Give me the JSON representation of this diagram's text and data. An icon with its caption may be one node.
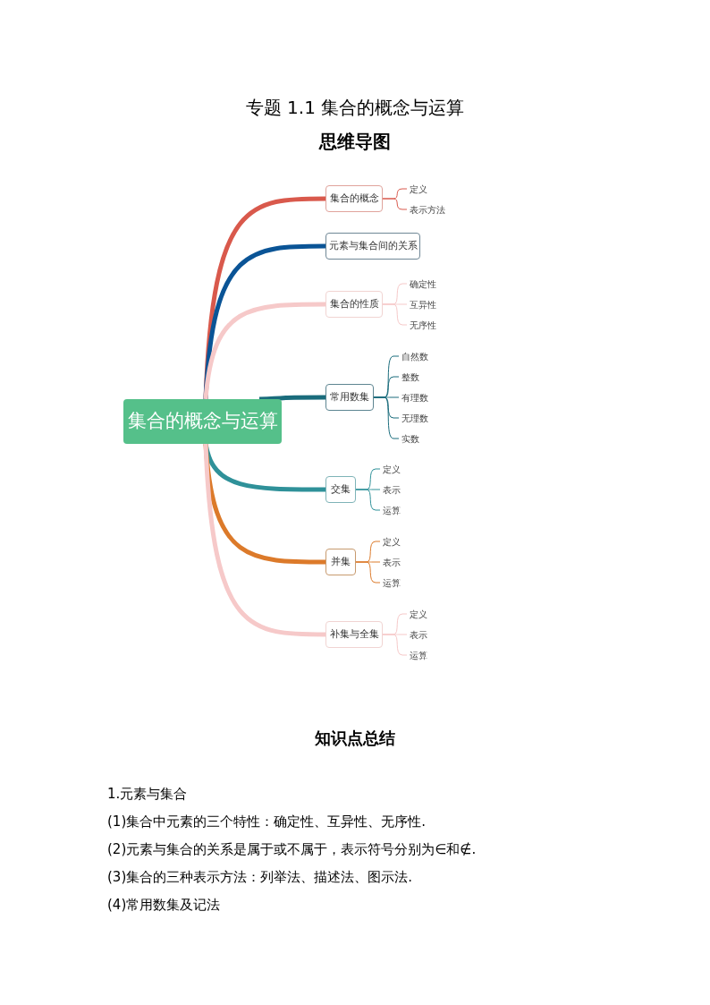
{
  "diagram": {
    "title": "专题 1.1  集合的概念与运算",
    "nodes": [
      {
        "text": [
          "集合的概念与运算"
        ]
      },
      {
        "text": [
          "集合的概念"
        ]
      },
      {
        "text": [
          "定义"
        ]
      },
      {
        "text": [
          "表示方法"
        ]
      },
      {
        "text": [
          "元素与集合间的关系"
        ]
      },
      {
        "text": [
          "集合的性质"
        ]
      },
      {
        "text": [
          "确定性"
        ]
      },
      {
        "text": [
          "互异性"
        ]
      },
      {
        "text": [
          "无序性"
        ]
      },
      {
        "text": [
          "常用数集"
        ]
      },
      {
        "text": [
          "自然数"
        ]
      },
      {
        "text": [
          "整数"
        ]
      },
      {
        "text": [
          "有理数"
        ]
      },
      {
        "text": [
          "无理数"
        ]
      },
      {
        "text": [
          "实数"
        ]
      },
      {
        "text": [
          "交集"
        ]
      },
      {
        "text": [
          "定义"
        ]
      },
      {
        "text": [
          "表示"
        ]
      },
      {
        "text": [
          "运算"
        ]
      },
      {
        "text": [
          "并集"
        ]
      },
      {
        "text": [
          "定义"
        ]
      },
      {
        "text": [
          "表示"
        ]
      },
      {
        "text": [
          "运算"
        ]
      },
      {
        "text": [
          "补集与全集"
        ]
      },
      {
        "text": [
          "定义"
        ]
      },
      {
        "text": [
          "表示"
        ]
      },
      {
        "text": [
          "运算"
        ]
      }
    ],
    "edges": [
      {
        "from": 0,
        "to": 1,
        "arrow": "none",
        "style": "thick",
        "color": "#d9594c"
      },
      {
        "from": 1,
        "to": 2,
        "arrow": "none",
        "color": "#d9594c"
      },
      {
        "from": 1,
        "to": 3,
        "arrow": "none",
        "color": "#d9594c"
      },
      {
        "from": 0,
        "to": 4,
        "arrow": "none",
        "style": "thick",
        "color": "#0a5496"
      },
      {
        "from": 0,
        "to": 5,
        "arrow": "none",
        "style": "thick",
        "color": "#f6c9c9"
      },
      {
        "from": 5,
        "to": 6,
        "arrow": "none",
        "color": "#f6c9c9"
      },
      {
        "from": 5,
        "to": 7,
        "arrow": "none",
        "color": "#f6c9c9"
      },
      {
        "from": 5,
        "to": 8,
        "arrow": "none",
        "color": "#f6c9c9"
      },
      {
        "from": 0,
        "to": 9,
        "arrow": "none",
        "style": "thick",
        "color": "#1a6c7c"
      },
      {
        "from": 9,
        "to": 10,
        "arrow": "none",
        "color": "#1a6c7c"
      },
      {
        "from": 9,
        "to": 11,
        "arrow": "none",
        "color": "#1a6c7c"
      },
      {
        "from": 9,
        "to": 12,
        "arrow": "none",
        "color": "#1a6c7c"
      },
      {
        "from": 9,
        "to": 13,
        "arrow": "none",
        "color": "#1a6c7c"
      },
      {
        "from": 9,
        "to": 14,
        "arrow": "none",
        "color": "#1a6c7c"
      },
      {
        "from": 0,
        "to": 15,
        "arrow": "none",
        "style": "thick",
        "color": "#2f9199"
      },
      {
        "from": 15,
        "to": 16,
        "arrow": "none",
        "color": "#2f9199"
      },
      {
        "from": 15,
        "to": 17,
        "arrow": "none",
        "color": "#2f9199"
      },
      {
        "from": 15,
        "to": 18,
        "arrow": "none",
        "color": "#2f9199"
      },
      {
        "from": 0,
        "to": 19,
        "arrow": "none",
        "style": "thick",
        "color": "#dc7a2a"
      },
      {
        "from": 19,
        "to": 20,
        "arrow": "none",
        "color": "#dc7a2a"
      },
      {
        "from": 19,
        "to": 21,
        "arrow": "none",
        "color": "#dc7a2a"
      },
      {
        "from": 19,
        "to": 22,
        "arrow": "none",
        "color": "#dc7a2a"
      },
      {
        "from": 0,
        "to": 23,
        "arrow": "none",
        "style": "thick",
        "color": "#f6c9c9"
      },
      {
        "from": 23,
        "to": 24,
        "arrow": "none",
        "color": "#f6c9c9"
      },
      {
        "from": 23,
        "to": 25,
        "arrow": "none",
        "color": "#f6c9c9"
      },
      {
        "from": 23,
        "to": 26,
        "arrow": "none",
        "color": "#f6c9c9"
      }
    ],
    "labels": [
      "思维导图",
      "知识点总结",
      "1.元素与集合",
      "(1)集合中元素的三个特性：确定性、互异性、无序性.",
      "(2)元素与集合的关系是属于或不属于，表示符号分别为∈和∉.",
      "(3)集合的三种表示方法：列举法、描述法、图示法.",
      "(4)常用数集及记法"
    ]
  }
}
